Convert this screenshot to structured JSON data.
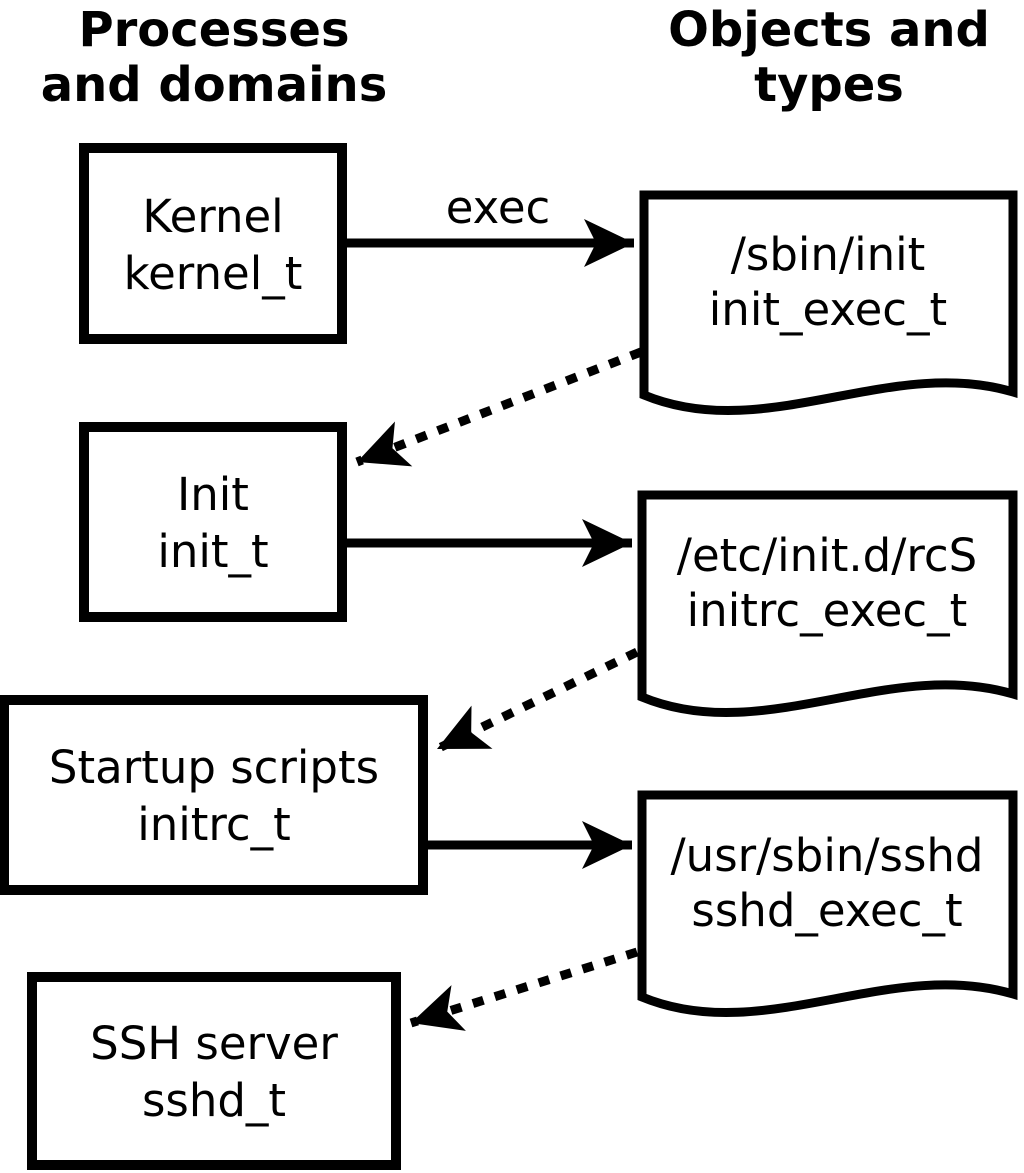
{
  "diagram": {
    "left_column_title": {
      "line1": "Processes",
      "line2": "and domains"
    },
    "right_column_title": {
      "line1": "Objects and",
      "line2": "types"
    },
    "process_nodes": [
      {
        "label": "Kernel",
        "type": "kernel_t"
      },
      {
        "label": "Init",
        "type": "init_t"
      },
      {
        "label": "Startup scripts",
        "type": "initrc_t"
      },
      {
        "label": "SSH server",
        "type": "sshd_t"
      }
    ],
    "object_nodes": [
      {
        "path": "/sbin/init",
        "type": "init_exec_t"
      },
      {
        "path": "/etc/init.d/rcS",
        "type": "initrc_exec_t"
      },
      {
        "path": "/usr/sbin/sshd",
        "type": "sshd_exec_t"
      }
    ],
    "exec_arrow_label": "exec",
    "edges": [
      {
        "from": "kernel_t",
        "to": "init_exec_t",
        "style": "solid",
        "label": "exec"
      },
      {
        "from": "init_exec_t",
        "to": "init_t",
        "style": "dotted",
        "label": ""
      },
      {
        "from": "init_t",
        "to": "initrc_exec_t",
        "style": "solid",
        "label": ""
      },
      {
        "from": "initrc_exec_t",
        "to": "initrc_t",
        "style": "dotted",
        "label": ""
      },
      {
        "from": "initrc_t",
        "to": "sshd_exec_t",
        "style": "solid",
        "label": ""
      },
      {
        "from": "sshd_exec_t",
        "to": "sshd_t",
        "style": "dotted",
        "label": ""
      }
    ],
    "colors": {
      "ink": "#000000",
      "background": "#ffffff"
    }
  }
}
